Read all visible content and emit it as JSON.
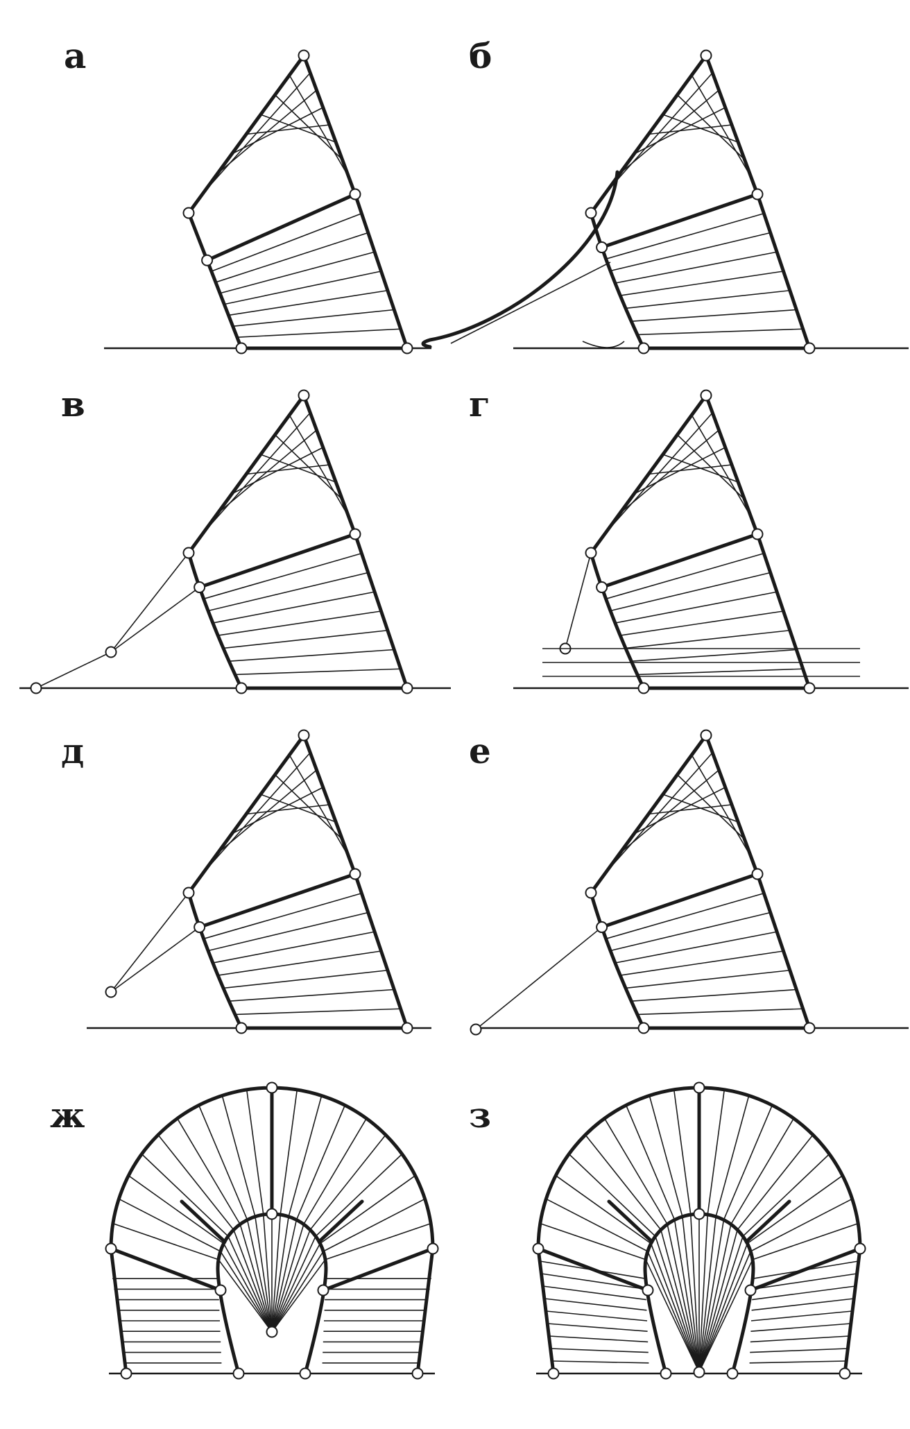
{
  "panels": [
    {
      "id": "a",
      "label": "а"
    },
    {
      "id": "b",
      "label": "б"
    },
    {
      "id": "v",
      "label": "в"
    },
    {
      "id": "g",
      "label": "г"
    },
    {
      "id": "d",
      "label": "д"
    },
    {
      "id": "e",
      "label": "е"
    },
    {
      "id": "zh",
      "label": "ж"
    },
    {
      "id": "z",
      "label": "з"
    }
  ]
}
